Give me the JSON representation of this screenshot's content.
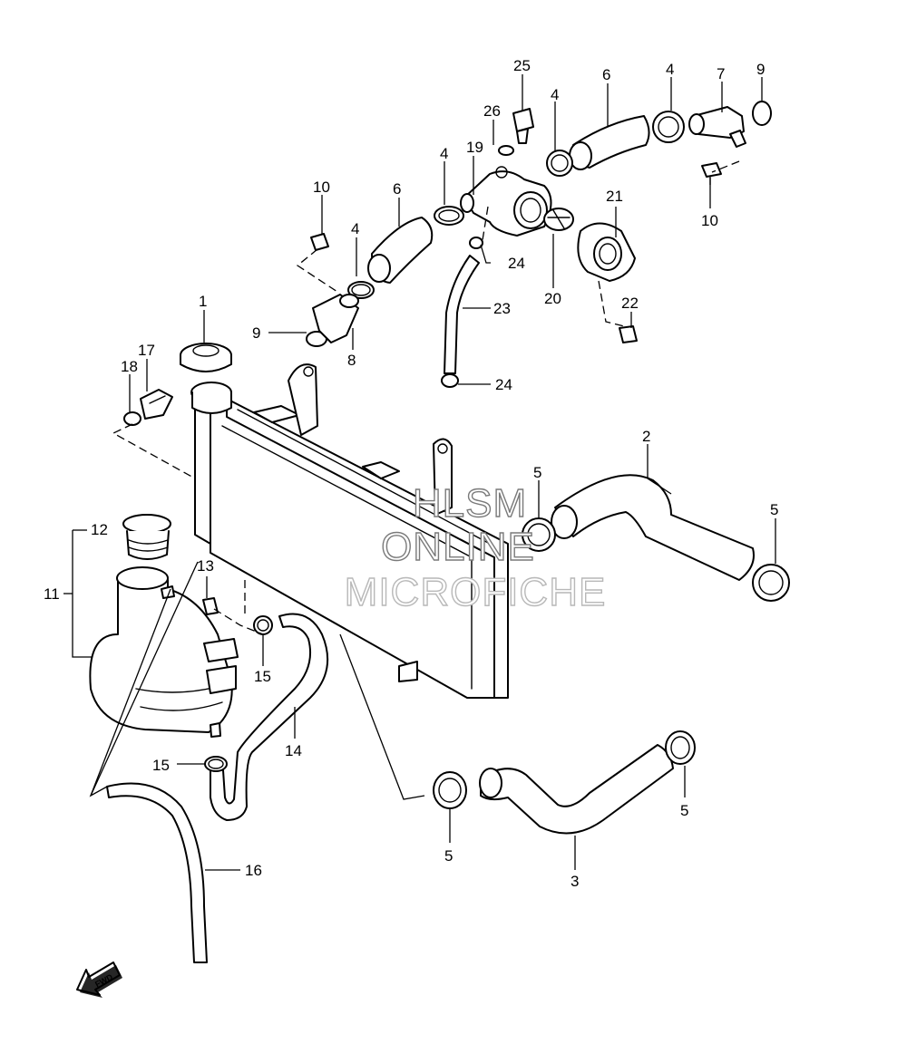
{
  "watermark": {
    "line1": "HLSM",
    "line2": "ONLINE",
    "line3": "MICROFICHE"
  },
  "fwd_label": "FWD",
  "callouts": {
    "c1": "1",
    "c2": "2",
    "c3": "3",
    "c4a": "4",
    "c4b": "4",
    "c4c": "4",
    "c4d": "4",
    "c5a": "5",
    "c5b": "5",
    "c5c": "5",
    "c5d": "5",
    "c6a": "6",
    "c6b": "6",
    "c7": "7",
    "c8": "8",
    "c9a": "9",
    "c9b": "9",
    "c10a": "10",
    "c10b": "10",
    "c11": "11",
    "c12": "12",
    "c13": "13",
    "c14": "14",
    "c15a": "15",
    "c15b": "15",
    "c16": "16",
    "c17": "17",
    "c18": "18",
    "c19": "19",
    "c20": "20",
    "c21": "21",
    "c22": "22",
    "c23": "23",
    "c24a": "24",
    "c24b": "24",
    "c25": "25",
    "c26": "26"
  }
}
